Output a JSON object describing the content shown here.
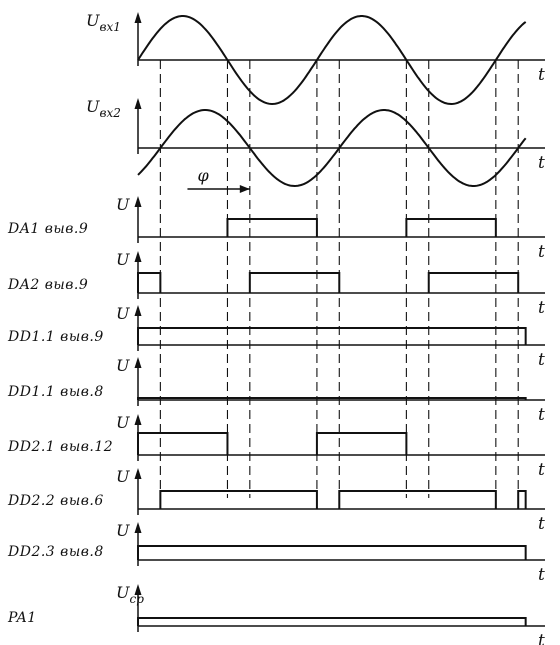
{
  "diagram": {
    "time_label": "t",
    "phase_label": "φ",
    "traces": [
      {
        "id": "u-in1",
        "axis_label": "Uвх1",
        "right_label": "",
        "kind": "sine",
        "phase_deg": 0
      },
      {
        "id": "u-in2",
        "axis_label": "Uвх2",
        "right_label": "",
        "kind": "sine",
        "phase_deg": -45
      },
      {
        "id": "da1",
        "axis_label": "U",
        "right_label": "DA1  выв.9",
        "kind": "pulse",
        "high": [
          [
            180,
            360
          ],
          [
            540,
            720
          ]
        ]
      },
      {
        "id": "da2",
        "axis_label": "U",
        "right_label": "DA2  выв.9",
        "kind": "pulse",
        "high": [
          [
            0,
            45
          ],
          [
            225,
            405
          ],
          [
            585,
            765
          ]
        ]
      },
      {
        "id": "dd11-9",
        "axis_label": "U",
        "right_label": "DD1.1  выв.9",
        "kind": "pulse",
        "high": [
          [
            0,
            780
          ]
        ]
      },
      {
        "id": "dd11-8",
        "axis_label": "U",
        "right_label": "DD1.1  выв.8",
        "kind": "level",
        "high": [
          [
            0,
            780
          ]
        ]
      },
      {
        "id": "dd21-12",
        "axis_label": "U",
        "right_label": "DD2.1  выв.12",
        "kind": "pulse",
        "high": [
          [
            0,
            180
          ],
          [
            360,
            540
          ]
        ]
      },
      {
        "id": "dd22-6",
        "axis_label": "U",
        "right_label": "DD2.2  выв.6",
        "kind": "pulse",
        "high": [
          [
            45,
            360
          ],
          [
            405,
            720
          ],
          [
            765,
            780
          ]
        ]
      },
      {
        "id": "dd23-8",
        "axis_label": "U",
        "right_label": "DD2.3  выв.8",
        "kind": "level",
        "high": [
          [
            0,
            780
          ]
        ]
      },
      {
        "id": "pa1",
        "axis_label": "Uср",
        "right_label": "PA1",
        "kind": "level",
        "high": [
          [
            0,
            780
          ]
        ]
      }
    ],
    "guide_phases_deg": [
      45,
      180,
      225,
      360,
      405,
      540,
      585,
      720,
      765
    ]
  }
}
